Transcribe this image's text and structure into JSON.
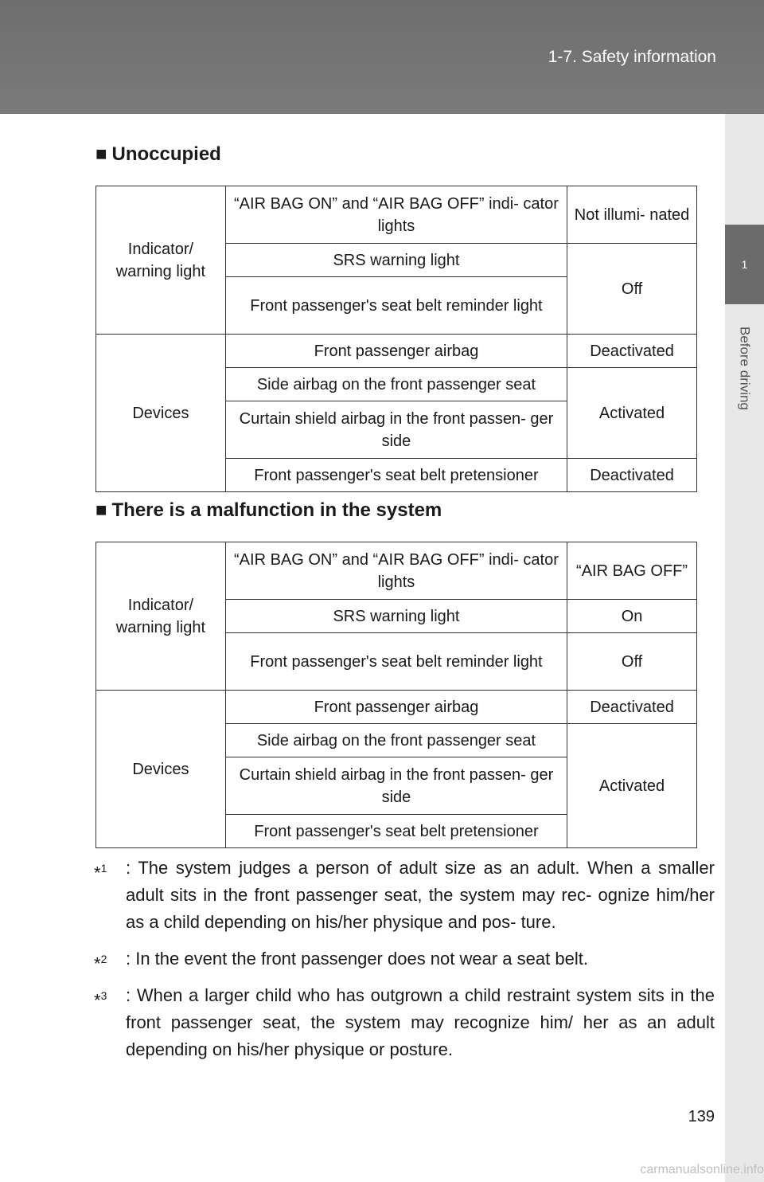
{
  "header": {
    "section": "1-7. Safety information"
  },
  "side_tab": {
    "number": "1",
    "label": "Before driving"
  },
  "sections": [
    {
      "heading": "Unoccupied",
      "rows": {
        "indicator_label": "Indicator/ warning light",
        "airbag_lights": "“AIR BAG ON” and “AIR BAG OFF” indi- cator lights",
        "airbag_lights_state": "Not illumi- nated",
        "srs_light": "SRS warning light",
        "srs_seatbelt_state": "Off",
        "seatbelt_reminder": "Front passenger's seat belt reminder light",
        "devices_label": "Devices",
        "front_airbag": "Front passenger airbag",
        "front_airbag_state": "Deactivated",
        "side_airbag": "Side airbag on the front passenger seat",
        "side_curtain_state": "Activated",
        "curtain_airbag": "Curtain shield airbag in the front passen- ger side",
        "pretensioner": "Front passenger's seat belt pretensioner",
        "pretensioner_state": "Deactivated"
      }
    },
    {
      "heading": "There is a malfunction in the system",
      "rows": {
        "indicator_label": "Indicator/ warning light",
        "airbag_lights": "“AIR BAG ON” and “AIR BAG OFF” indi- cator lights",
        "airbag_lights_state": "“AIR BAG OFF”",
        "srs_light": "SRS warning light",
        "srs_state": "On",
        "seatbelt_reminder": "Front passenger's seat belt reminder light",
        "seatbelt_state": "Off",
        "devices_label": "Devices",
        "front_airbag": "Front passenger airbag",
        "front_airbag_state": "Deactivated",
        "side_airbag": "Side airbag on the front passenger seat",
        "curtain_airbag": "Curtain shield airbag in the front passen- ger side",
        "pretensioner": "Front passenger's seat belt pretensioner",
        "others_state": "Activated"
      }
    }
  ],
  "notes": [
    {
      "mark": "*",
      "num": "1",
      "text": ": The system judges a person of adult size as an adult. When a smaller adult sits in the front passenger seat, the system may rec- ognize him/her as a child depending on his/her physique and pos- ture."
    },
    {
      "mark": "*",
      "num": "2",
      "text": ": In the event the front passenger does not wear a seat belt."
    },
    {
      "mark": "*",
      "num": "3",
      "text": ": When a larger child who has outgrown a child restraint system sits in the front passenger seat, the system may recognize him/ her as an adult depending on his/her physique or posture."
    }
  ],
  "page_number": "139",
  "watermark": "carmanualsonline.info"
}
